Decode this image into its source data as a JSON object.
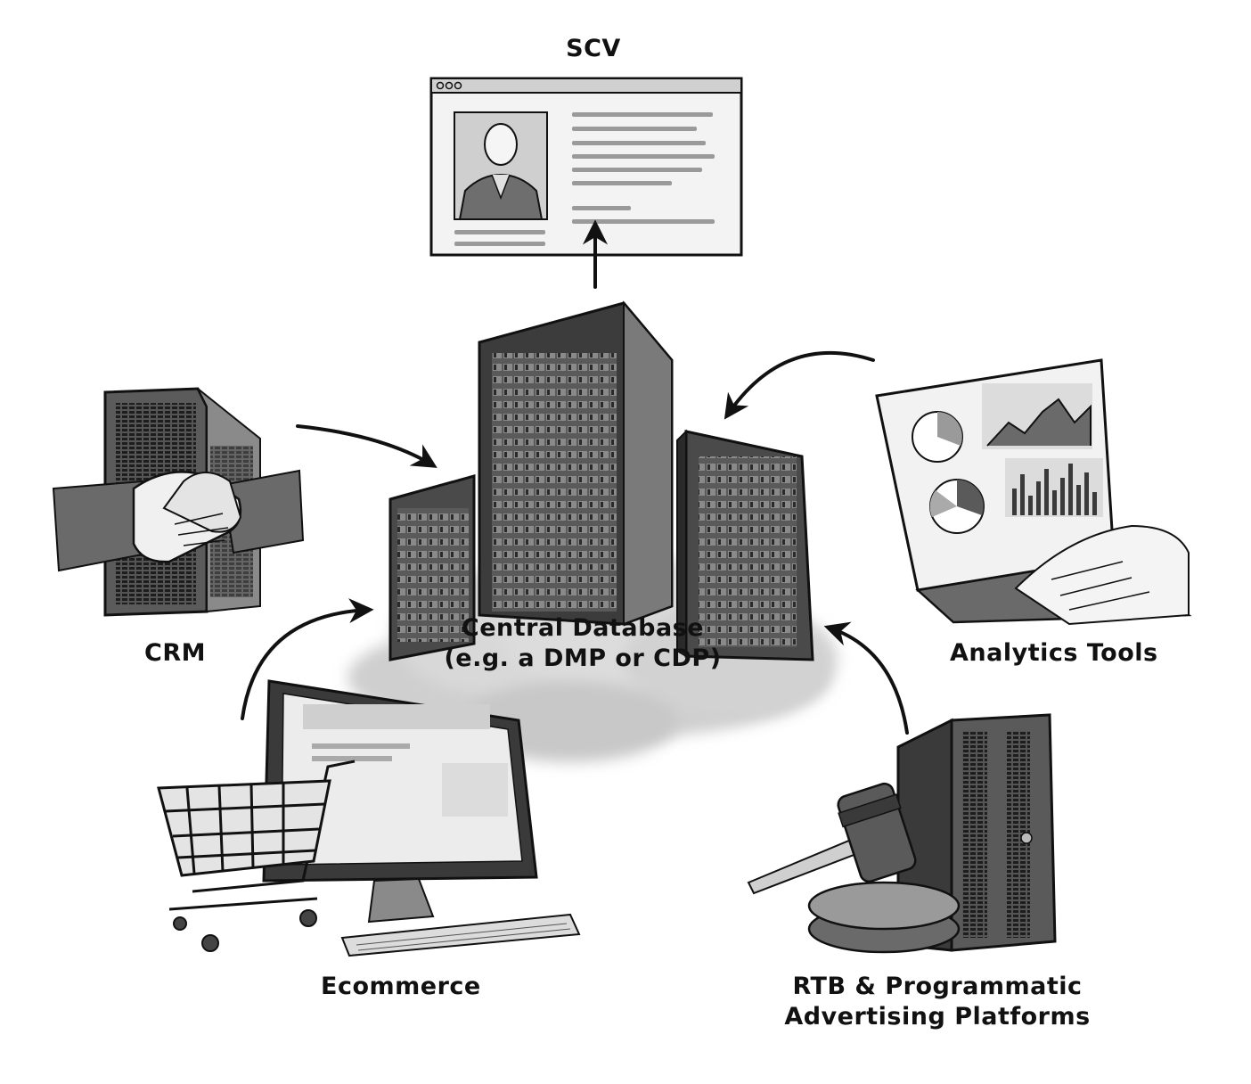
{
  "nodes": {
    "scv": {
      "label": "SCV"
    },
    "central": {
      "line1": "Central Database",
      "line2": "(e.g. a DMP or CDP)"
    },
    "crm": {
      "label": "CRM"
    },
    "analytics": {
      "label": "Analytics Tools"
    },
    "ecommerce": {
      "label": "Ecommerce"
    },
    "rtb": {
      "line1": "RTB & Programmatic",
      "line2": "Advertising Platforms"
    }
  },
  "colors": {
    "ink": "#111111",
    "dark": "#3a3a3a",
    "mid": "#7a7a7a",
    "light": "#bdbdbd",
    "pale": "#e6e6e6"
  },
  "icons": [
    "browser-profile-icon",
    "server-rack-icon",
    "handshake-icon",
    "laptop-analytics-icon",
    "desktop-monitor-icon",
    "shopping-cart-icon",
    "gavel-icon",
    "server-tower-icon",
    "arrow-icon"
  ]
}
